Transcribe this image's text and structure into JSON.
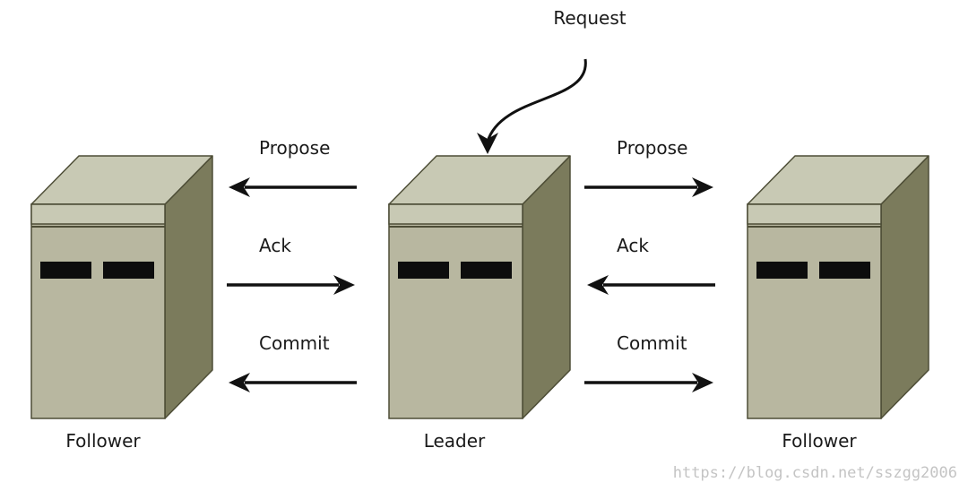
{
  "request": {
    "label": "Request"
  },
  "servers": {
    "left": {
      "label": "Follower"
    },
    "center": {
      "label": "Leader"
    },
    "right": {
      "label": "Follower"
    }
  },
  "messages": {
    "left": {
      "propose": "Propose",
      "ack": "Ack",
      "commit": "Commit"
    },
    "right": {
      "propose": "Propose",
      "ack": "Ack",
      "commit": "Commit"
    }
  },
  "watermark": "https://blog.csdn.net/sszgg2006",
  "colors": {
    "front": "#b8b7a0",
    "top": "#c8c9b4",
    "side": "#7b7b5c",
    "edge": "#4d4d36",
    "slot": "#0d0d0d",
    "arrow": "#111111"
  }
}
